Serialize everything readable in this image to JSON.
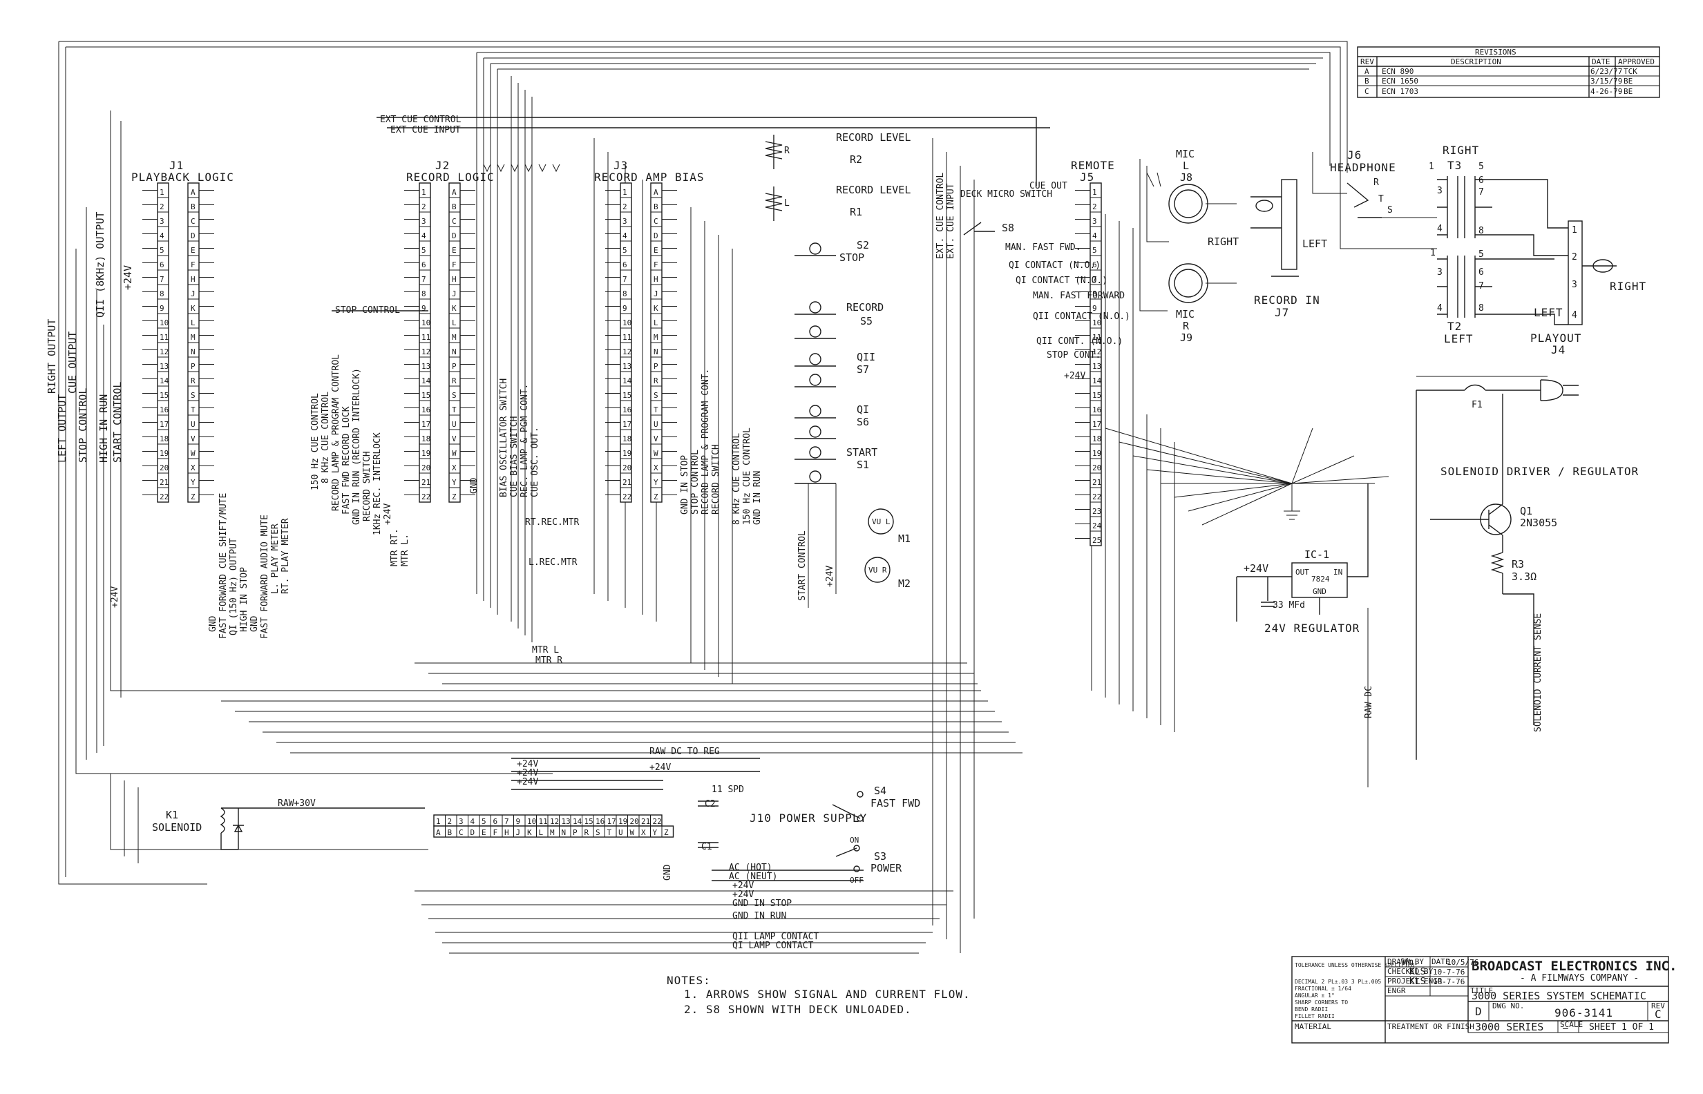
{
  "revisions": {
    "heading": "REVISIONS",
    "columns": [
      "REV",
      "DESCRIPTION",
      "DATE",
      "APPROVED"
    ],
    "rows": [
      {
        "rev": "A",
        "description": "ECN 890",
        "date": "6/23/77",
        "approved": "TCK"
      },
      {
        "rev": "B",
        "description": "ECN 1650",
        "date": "3/15/79",
        "approved": "BE"
      },
      {
        "rev": "C",
        "description": "ECN 1703",
        "date": "4-26-79",
        "approved": "BE"
      }
    ]
  },
  "connectors": {
    "j1": {
      "ref": "J1",
      "name": "PLAYBACK LOGIC",
      "pins_left": [
        "1",
        "2",
        "3",
        "4",
        "5",
        "6",
        "7",
        "8",
        "9",
        "10",
        "11",
        "12",
        "13",
        "14",
        "15",
        "16",
        "17",
        "18",
        "19",
        "20",
        "21",
        "22"
      ],
      "pins_right": [
        "A",
        "B",
        "C",
        "D",
        "E",
        "F",
        "H",
        "J",
        "K",
        "L",
        "M",
        "N",
        "P",
        "R",
        "S",
        "T",
        "U",
        "V",
        "W",
        "X",
        "Y",
        "Z"
      ]
    },
    "j2": {
      "ref": "J2",
      "name": "RECORD LOGIC",
      "pins_left": [
        "1",
        "2",
        "3",
        "4",
        "5",
        "6",
        "7",
        "8",
        "9",
        "10",
        "11",
        "12",
        "13",
        "14",
        "15",
        "16",
        "17",
        "18",
        "19",
        "20",
        "21",
        "22"
      ],
      "pins_right": [
        "A",
        "B",
        "C",
        "D",
        "E",
        "F",
        "H",
        "J",
        "K",
        "L",
        "M",
        "N",
        "P",
        "R",
        "S",
        "T",
        "U",
        "V",
        "W",
        "X",
        "Y",
        "Z"
      ]
    },
    "j3": {
      "ref": "J3",
      "name": "RECORD AMP BIAS",
      "pins_left": [
        "1",
        "2",
        "3",
        "4",
        "5",
        "6",
        "7",
        "8",
        "9",
        "10",
        "11",
        "12",
        "13",
        "14",
        "15",
        "16",
        "17",
        "18",
        "19",
        "20",
        "21",
        "22"
      ],
      "pins_right": [
        "A",
        "B",
        "C",
        "D",
        "E",
        "F",
        "H",
        "J",
        "K",
        "L",
        "M",
        "N",
        "P",
        "R",
        "S",
        "T",
        "U",
        "V",
        "W",
        "X",
        "Y",
        "Z"
      ]
    },
    "j5": {
      "ref": "J5",
      "name": "REMOTE",
      "pins_left": [
        "1",
        "2",
        "3",
        "4",
        "5",
        "6",
        "7",
        "8",
        "9",
        "10",
        "11",
        "12",
        "13",
        "14",
        "15",
        "16",
        "17",
        "18",
        "19",
        "20",
        "21",
        "22",
        "23",
        "24",
        "25"
      ]
    },
    "j4": {
      "ref": "J4",
      "name": "PLAYOUT",
      "pins": [
        "1",
        "2",
        "3",
        "4"
      ]
    },
    "j6": {
      "ref": "J6",
      "name": "HEADPHONE",
      "pins": [
        "R",
        "T",
        "S"
      ]
    },
    "j7": {
      "ref": "J7",
      "name": "RECORD IN"
    },
    "j8": {
      "ref": "J8",
      "name": "MIC",
      "side": "L"
    },
    "j9": {
      "ref": "J9",
      "name": "MIC",
      "side": "R"
    },
    "j10": {
      "ref": "J10",
      "name": "POWER SUPPLY",
      "pins_top": [
        "1",
        "2",
        "3",
        "4",
        "5",
        "6",
        "7",
        "9",
        "10",
        "11",
        "12",
        "13",
        "14",
        "15",
        "16",
        "17",
        "19",
        "20",
        "21",
        "22"
      ],
      "pins_bottom": [
        "A",
        "B",
        "C",
        "D",
        "E",
        "F",
        "H",
        "J",
        "K",
        "L",
        "M",
        "N",
        "P",
        "R",
        "S",
        "T",
        "U",
        "W",
        "X",
        "Y",
        "Z"
      ]
    }
  },
  "j1_signals_left": [
    "RIGHT OUTPUT",
    "LEFT OUTPUT",
    "CUE OUTPUT",
    "STOP CONTROL",
    "QII (8KHz) OUTPUT",
    "HIGH IN RUN",
    "+24V",
    "START CONTROL"
  ],
  "j1_signals_bottom": [
    "+24V",
    "GND",
    "FAST FORWARD CUE SHIFT/MUTE",
    "QI (150 Hz) OUTPUT",
    "HIGH IN STOP",
    "GND",
    "FAST FORWARD AUDIO MUTE",
    "L. PLAY METER",
    "RT. PLAY METER"
  ],
  "j2_signals": [
    "150 Hz CUE CONTROL",
    "8 KHz CUE CONTROL",
    "RECORD LAMP & PROGRAM CONTROL",
    "FAST FWD RECORD LOCK",
    "GND IN RUN (RECORD INTERLOCK)",
    "RECORD SWITCH",
    "1KHz REC. INTERLOCK",
    "+24V",
    "MTR RT.",
    "MTR L."
  ],
  "j2_signals_right": [
    "GND",
    "BIAS OSCILLATOR SWITCH",
    "CUE BIAS SWITCH",
    "REC. LAMP & PGM CONT.",
    "CUE OSC. OUT."
  ],
  "j3_signals": [
    "GND IN STOP",
    "STOP CONTROL",
    "RECORD LAMP & PROGRAM CONT.",
    "RECORD SWITCH",
    "8 KHz CUE CONTROL",
    "150 Hz CUE CONTROL",
    "GND IN RUN"
  ],
  "wires": {
    "ext_cue_control": "EXT CUE CONTROL",
    "ext_cue_input": "EXT CUE INPUT",
    "stop_control": "STOP CONTROL",
    "cue_out": "CUE OUT",
    "rt_rec_mtr": "RT.REC.MTR",
    "l_rec_mtr": "L.REC.MTR",
    "mtr_l": "MTR L",
    "mtr_r": "MTR R",
    "plus_24v": "+24V",
    "raw_dc_to_reg": "RAW DC TO REG",
    "raw_30v": "RAW+30V",
    "ac_hot": "AC (HOT)",
    "ac_neut": "AC (NEUT)",
    "gnd_in_stop": "GND IN STOP",
    "gnd_in_run": "GND IN RUN",
    "qii_lamp_contact": "QII LAMP CONTACT",
    "qi_lamp_contact": "QI LAMP CONTACT",
    "raw_dc": "RAW DC",
    "start_control": "START CONTROL",
    "solenoid_current_sense": "SOLENOID CURRENT SENSE",
    "gnd": "GND",
    "ext_cue_control_v": "EXT. CUE CONTROL",
    "ext_cue_input_v": "EXT. CUE INPUT"
  },
  "remote_signals": [
    "MAN. FAST FWD.",
    "QI CONTACT (N.O.)",
    "QI CONTACT (N.O.)",
    "MAN. FAST FORWARD",
    "QII CONTACT (N.O.)",
    "QII CONT. (N.O.)",
    "STOP CONT.",
    "+24V"
  ],
  "components": {
    "r2": {
      "ref": "R2",
      "label": "RECORD LEVEL",
      "pins": [
        "R",
        "L"
      ]
    },
    "r1": {
      "ref": "R1",
      "label": "RECORD LEVEL"
    },
    "s2": {
      "ref": "S2",
      "label": "STOP"
    },
    "s5": {
      "ref": "S5",
      "label": "RECORD"
    },
    "s7": {
      "ref": "S7",
      "label": "QII"
    },
    "s6": {
      "ref": "S6",
      "label": "QI"
    },
    "s1": {
      "ref": "S1",
      "label": "START"
    },
    "s8": {
      "ref": "S8",
      "label": "DECK MICRO SWITCH"
    },
    "s4": {
      "ref": "S4",
      "label": "FAST FWD"
    },
    "s3": {
      "ref": "S3",
      "label": "POWER",
      "on": "ON",
      "off": "OFF"
    },
    "m1": {
      "ref": "M1",
      "label": "VU L"
    },
    "m2": {
      "ref": "M2",
      "label": "VU R"
    },
    "t3": {
      "ref": "T3",
      "label": "RIGHT",
      "pins": [
        "1",
        "3",
        "4",
        "5",
        "6",
        "7",
        "8"
      ]
    },
    "t2": {
      "ref": "T2",
      "label": "LEFT",
      "pins": [
        "1",
        "3",
        "4",
        "5",
        "6",
        "7",
        "8"
      ]
    },
    "f1": {
      "ref": "F1"
    },
    "k1": {
      "ref": "K1",
      "label": "SOLENOID"
    },
    "q1": {
      "ref": "Q1",
      "part": "2N3055"
    },
    "r3": {
      "ref": "R3",
      "value": "3.3Ω"
    },
    "ic1": {
      "ref": "IC-1",
      "part": "7824",
      "out": "OUT",
      "in": "IN",
      "gnd": "GND",
      "supply": "+24V",
      "cap": "33 MFd"
    },
    "c1": {
      "ref": "C1"
    },
    "c2": {
      "ref": "C2"
    },
    "spd": {
      "label": "11 SPD"
    }
  },
  "section_titles": {
    "solenoid_driver": "SOLENOID DRIVER / REGULATOR",
    "regulator": "24V REGULATOR",
    "power_supply": "J10 POWER SUPPLY"
  },
  "mic_labels": {
    "mic": "MIC",
    "left": "L",
    "right": "R",
    "right_word": "RIGHT",
    "left_word": "LEFT"
  },
  "playout_labels": {
    "left": "LEFT",
    "right": "RIGHT"
  },
  "notes": {
    "heading": "NOTES:",
    "items": [
      "1. ARROWS SHOW SIGNAL AND CURRENT FLOW.",
      "2. S8 SHOWN WITH DECK UNLOADED."
    ]
  },
  "title_block": {
    "company": "BROADCAST ELECTRONICS INC.",
    "subsidiary": "- A FILMWAYS COMPANY -",
    "title_label": "TITLE",
    "title": "3000 SERIES SYSTEM SCHEMATIC",
    "dwg_no_label": "DWG NO.",
    "dwg_no": "906-3141",
    "size": "D",
    "rev_label": "REV",
    "rev": "C",
    "series": "3000 SERIES",
    "scale_label": "SCALE",
    "scale": "—",
    "sheet": "SHEET 1 OF 1",
    "drawn_label": "DRAWN BY",
    "drawn": "Wm.",
    "date_label": "DATE",
    "drawn_date": "10/5/76",
    "checked_label": "CHECKED BY",
    "checked": "KLS",
    "checked_date": "10-7-76",
    "project_label": "PROJECT ENGR",
    "project": "KLS",
    "project_date": "10-7-76",
    "engr_label": "ENGR",
    "tolerance_heading": "TOLERANCE UNLESS OTHERWISE SPECIFIED",
    "tolerance_lines": [
      "DECIMAL 2 PL±.03 3 PL±.005",
      "FRACTIONAL ± 1/64",
      "ANGULAR ± 1°",
      "SHARP CORNERS TO",
      "BEND RADII",
      "FILLET RADII"
    ],
    "material_label": "MATERIAL",
    "treatment_label": "TREATMENT OR FINISH"
  },
  "colors": {
    "ink": "#1a1a1a",
    "paper": "#ffffff"
  }
}
